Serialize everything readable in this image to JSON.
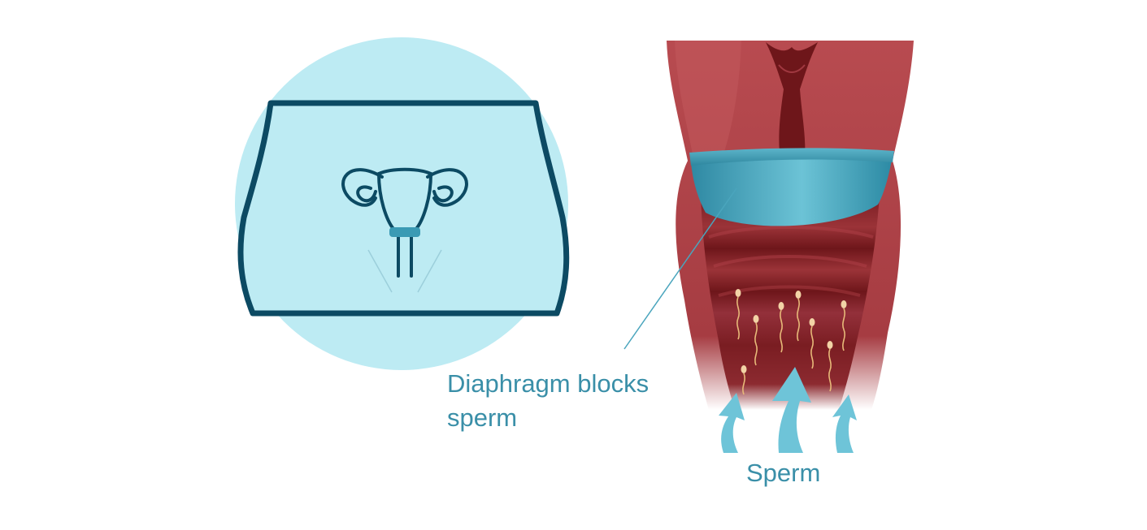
{
  "labels": {
    "diaphragm_line1": "Diaphragm blocks",
    "diaphragm_line2": "sperm",
    "sperm": "Sperm"
  },
  "icons": {
    "overview_panel": "pelvis-outline-with-uterus-icon",
    "detail_panel": "vaginal-canal-cross-section",
    "device": "diaphragm-cup",
    "motion": "upward-arrow"
  },
  "colors": {
    "circle_bg": "#bdebf3",
    "outline": "#0c4a63",
    "tissue": "#b84b50",
    "tissue_dark": "#6e161a",
    "diaphragm": "#3a9ab4",
    "arrow": "#6ec4d8",
    "label_text": "#3a8fa8",
    "sperm": "#e7b979"
  }
}
